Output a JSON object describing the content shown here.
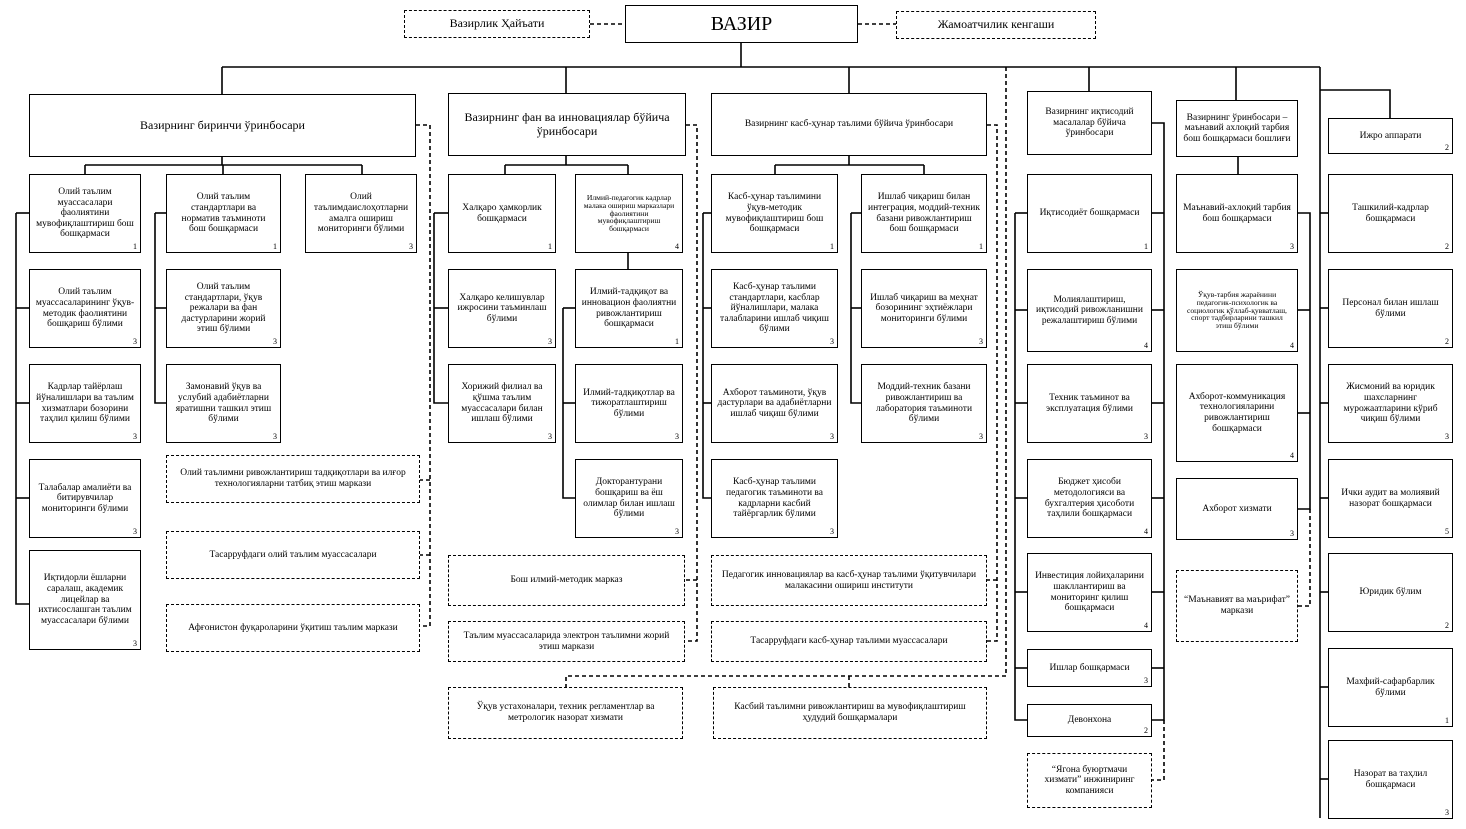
{
  "minister": "ВАЗИР",
  "ministry_board": "Вазирлик Ҳайъати",
  "public_council": "Жамоатчилик кенгаши",
  "col1": {
    "head": "Вазирнинг биринчи ўринбосари",
    "a1": {
      "text": "Олий таълим муассасалари фаолиятини мувофиқлаштириш бош бошқармаси",
      "num": "1"
    },
    "a2": {
      "text": "Олий таълим муассасаларининг ўқув-методик фаолиятини бошқариш бўлими",
      "num": "3"
    },
    "a3": {
      "text": "Кадрлар тайёрлаш йўналишлари ва таълим хизматлари бозорини таҳлил қилиш бўлими",
      "num": "3"
    },
    "a4": {
      "text": "Талабалар амалиёти ва битирувчилар мониторинги бўлими",
      "num": "3"
    },
    "a5": {
      "text": "Иқтидорли ёшларни саралаш, академик лицейлар ва ихтисослашган таълим муассасалари бўлими",
      "num": "3"
    },
    "b1": {
      "text": "Олий таълим стандартлари ва норматив таъминоти бош бошқармаси",
      "num": "1"
    },
    "b2": {
      "text": "Олий таълим стандартлари, ўқув режалари ва фан дастурларини жорий этиш бўлими",
      "num": "3"
    },
    "b3": {
      "text": "Замонавий ўқув ва услубий адабиётларни яратишни ташкил этиш бўлими",
      "num": "3"
    },
    "c1": {
      "text": "Олий таълимдаислоҳотларни амалга ошириш мониторинги бўлими",
      "num": "3"
    },
    "d1": "Олий таълимни ривожлантириш тадқиқотлари ва илғор технологияларни татбиқ этиш маркази",
    "d2": "Тасарруфдаги олий таълим муассасалари",
    "d3": "Афғонистон фуқароларини ўқитиш таълим маркази"
  },
  "col2": {
    "head": "Вазирнинг фан ва инновациялар бўйича ўринбосари",
    "a1": {
      "text": "Халқаро ҳамкорлик бошқармаси",
      "num": "1"
    },
    "a2": {
      "text": "Халқаро келишувлар ижросини таъминлаш бўлими",
      "num": "3"
    },
    "a3": {
      "text": "Хорижий филиал ва қўшма таълим муассасалари билан ишлаш бўлими",
      "num": "3"
    },
    "b1": {
      "text": "Илмий-педагогик кадрлар малака ошириш марказлари фаолиятини мувофиқлаштириш бошқармаси",
      "num": "4"
    },
    "b2": {
      "text": "Илмий-тадқиқот ва инновацион фаолиятни ривожлантириш бошқармаси",
      "num": "1"
    },
    "b3": {
      "text": "Илмий-тадқиқотлар ва тижоратлаштириш бўлими",
      "num": "3"
    },
    "b4": {
      "text": "Докторантурани бошқариш ва ёш олимлар билан ишлаш бўлими",
      "num": "3"
    },
    "d1": "Бош илмий-методик марказ",
    "d2": "Таълим муассасаларида электрон таълимни жорий этиш маркази",
    "d3": "Ўқув устахоналари, техник регламентлар ва метрологик назорат хизмати"
  },
  "col3": {
    "head": "Вазирнинг касб-ҳунар таълими бўйича ўринбосари",
    "a1": {
      "text": "Касб-ҳунар таълимини ўқув-методик мувофиқлаштириш бош бошқармаси",
      "num": "1"
    },
    "a2": {
      "text": "Касб-ҳунар таълими стандартлари, касблар йўналишлари, малака талабларини ишлаб чиқиш бўлими",
      "num": "3"
    },
    "a3": {
      "text": "Ахборот таъминоти, ўқув дастурлари ва адабиётларни ишлаб чиқиш бўлими",
      "num": "3"
    },
    "a4": {
      "text": "Касб-ҳунар таълими педагогик таъминоти ва кадрларни касбий тайёргарлик бўлими",
      "num": "3"
    },
    "b1": {
      "text": "Ишлаб чиқариш билан интеграция, моддий-техник базани ривожлантириш бош бошқармаси",
      "num": "1"
    },
    "b2": {
      "text": "Ишлаб чиқариш ва меҳнат бозорининг эҳтиёжлари мониторинги бўлими",
      "num": "3"
    },
    "b3": {
      "text": "Моддий-техник базани ривожлантириш ва лаборатория таъминоти бўлими",
      "num": "3"
    },
    "d1": "Педагогик инновациялар ва касб-ҳунар таълими ўқитувчилари малакасини ошириш институти",
    "d2": "Тасарруфдаги касб-ҳунар таълими муассасалари",
    "d3": "Касбий таълимни ривожлантириш ва мувофиқлаштириш ҳудудий бошқармалари"
  },
  "col4": {
    "head": "Вазирнинг иқтисодий масалалар бўйича ўринбосари",
    "a1": {
      "text": "Иқтисодиёт бошқармаси",
      "num": "1"
    },
    "a2": {
      "text": "Молиялаштириш, иқтисодий ривожланишни режалаштириш бўлими",
      "num": "4"
    },
    "a3": {
      "text": "Техник таъминот ва эксплуатация бўлими",
      "num": "3"
    },
    "a4": {
      "text": "Бюджет ҳисоби методологияси ва бухгалтерия ҳисоботи таҳлили бошқармаси",
      "num": "4"
    },
    "a5": {
      "text": "Инвестиция лойиҳаларини шакллантириш ва мониторинг қилиш бошқармаси",
      "num": "4"
    },
    "a6": {
      "text": "Ишлар бошқармаси",
      "num": "3"
    },
    "a7": {
      "text": "Девонхона",
      "num": "2"
    },
    "d1": "“Ягона буюртмачи хизмати” инжиниринг компанияси"
  },
  "col5": {
    "head": "Вазирнинг ўринбосари – маънавий ахлоқий тарбия бош бошқармаси бошлиғи",
    "a1": {
      "text": "Маънавий-ахлоқий тарбия бош бошқармаси",
      "num": "3"
    },
    "a2": {
      "text": "Ўқув-тарбия жараёнини педагогик-психологик ва социологик қўллаб-қувватлаш, спорт тадбирларини ташкил этиш бўлими",
      "num": "4"
    },
    "a3": {
      "text": "Ахборот-коммуникация технологияларини ривожлантириш бошқармаси",
      "num": "4"
    },
    "a4": {
      "text": "Ахборот хизмати",
      "num": "3"
    },
    "d1": "“Маънавият ва маърифат” маркази"
  },
  "col6": {
    "a1": {
      "text": "Ижро аппарати",
      "num": "2"
    },
    "a2": {
      "text": "Ташкилий-кадрлар бошқармаси",
      "num": "2"
    },
    "a3": {
      "text": "Персонал билан ишлаш бўлими",
      "num": "2"
    },
    "a4": {
      "text": "Жисмоний ва юридик шахсларнинг мурожаатларини кўриб чиқиш бўлими",
      "num": "3"
    },
    "a5": {
      "text": "Ички аудит ва молиявий назорат бошқармаси",
      "num": "5"
    },
    "a6": {
      "text": "Юридик бўлим",
      "num": "2"
    },
    "a7": {
      "text": "Махфий-сафарбарлик бўлими",
      "num": "1"
    },
    "a8": {
      "text": "Назорат ва таҳлил бошқармаси",
      "num": "3"
    }
  }
}
